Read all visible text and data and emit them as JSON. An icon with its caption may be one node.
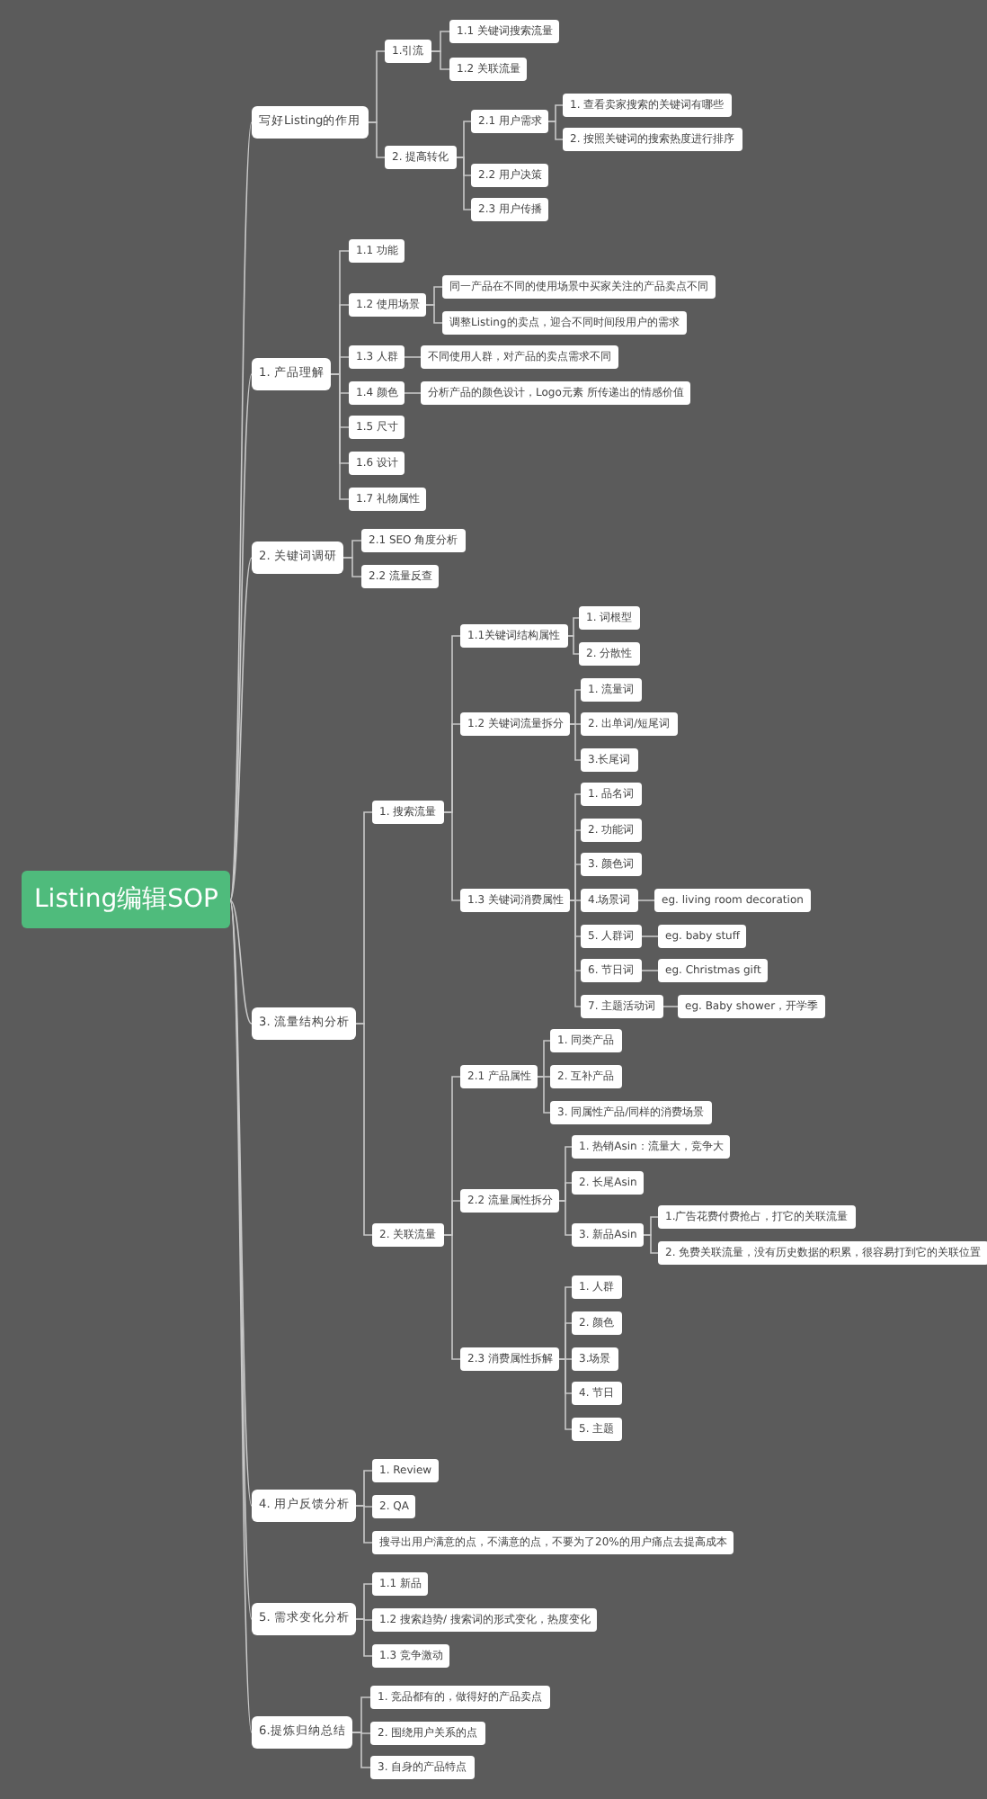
{
  "diagram": {
    "nodes": [
      {
        "text": [
          "Listing编辑SOP"
        ]
      },
      {
        "text": [
          "写好Listing的作用"
        ]
      },
      {
        "text": [
          "1.引流"
        ]
      },
      {
        "text": [
          "1.1 关键词搜索流量"
        ]
      },
      {
        "text": [
          "1.2 关联流量"
        ]
      },
      {
        "text": [
          "2. 提高转化"
        ]
      },
      {
        "text": [
          "2.1 用户需求"
        ]
      },
      {
        "text": [
          "1. 查看卖家搜索的关键词有哪些"
        ]
      },
      {
        "text": [
          "2. 按照关键词的搜索热度进行排序"
        ]
      },
      {
        "text": [
          "2.2 用户决策"
        ]
      },
      {
        "text": [
          "2.3 用户传播"
        ]
      },
      {
        "text": [
          "1. 产品理解"
        ]
      },
      {
        "text": [
          "1.1 功能"
        ]
      },
      {
        "text": [
          "1.2 使用场景"
        ]
      },
      {
        "text": [
          "同一产品在不同的使用场景中买家关注的产品卖点不同"
        ]
      },
      {
        "text": [
          "调整Listing的卖点，迎合不同时间段用户的需求"
        ]
      },
      {
        "text": [
          "1.3 人群"
        ]
      },
      {
        "text": [
          "不同使用人群，对产品的卖点需求不同"
        ]
      },
      {
        "text": [
          "1.4 颜色"
        ]
      },
      {
        "text": [
          "分析产品的颜色设计，Logo元素 所传递出的情感价值"
        ]
      },
      {
        "text": [
          "1.5 尺寸"
        ]
      },
      {
        "text": [
          "1.6 设计"
        ]
      },
      {
        "text": [
          "1.7 礼物属性"
        ]
      },
      {
        "text": [
          "2. 关键词调研"
        ]
      },
      {
        "text": [
          "2.1 SEO 角度分析"
        ]
      },
      {
        "text": [
          "2.2 流量反查"
        ]
      },
      {
        "text": [
          "3. 流量结构分析"
        ]
      },
      {
        "text": [
          "1. 搜索流量"
        ]
      },
      {
        "text": [
          "1.1关键词结构属性"
        ]
      },
      {
        "text": [
          "1. 词根型"
        ]
      },
      {
        "text": [
          "2. 分散性"
        ]
      },
      {
        "text": [
          "1.2 关键词流量拆分"
        ]
      },
      {
        "text": [
          "1. 流量词"
        ]
      },
      {
        "text": [
          "2. 出单词/短尾词"
        ]
      },
      {
        "text": [
          "3.长尾词"
        ]
      },
      {
        "text": [
          "1.3 关键词消费属性"
        ]
      },
      {
        "text": [
          "1. 品名词"
        ]
      },
      {
        "text": [
          "2. 功能词"
        ]
      },
      {
        "text": [
          "3. 颜色词"
        ]
      },
      {
        "text": [
          "4.场景词"
        ]
      },
      {
        "text": [
          "eg. living room decoration"
        ]
      },
      {
        "text": [
          "5. 人群词"
        ]
      },
      {
        "text": [
          "eg. baby stuff"
        ]
      },
      {
        "text": [
          "6. 节日词"
        ]
      },
      {
        "text": [
          "eg. Christmas gift"
        ]
      },
      {
        "text": [
          "7. 主题活动词"
        ]
      },
      {
        "text": [
          "eg. Baby shower，开学季"
        ]
      },
      {
        "text": [
          "2. 关联流量"
        ]
      },
      {
        "text": [
          "2.1 产品属性"
        ]
      },
      {
        "text": [
          "1. 同类产品"
        ]
      },
      {
        "text": [
          "2. 互补产品"
        ]
      },
      {
        "text": [
          "3. 同属性产品/同样的消费场景"
        ]
      },
      {
        "text": [
          "2.2 流量属性拆分"
        ]
      },
      {
        "text": [
          "1. 热销Asin：流量大，竞争大"
        ]
      },
      {
        "text": [
          "2. 长尾Asin"
        ]
      },
      {
        "text": [
          "3. 新品Asin"
        ]
      },
      {
        "text": [
          "1.广告花费付费抢占，打它的关联流量"
        ]
      },
      {
        "text": [
          "2. 免费关联流量，没有历史数据的积累，很容易打到它的关联位置"
        ]
      },
      {
        "text": [
          "2.3 消费属性拆解"
        ]
      },
      {
        "text": [
          "1. 人群"
        ]
      },
      {
        "text": [
          "2. 颜色"
        ]
      },
      {
        "text": [
          "3.场景"
        ]
      },
      {
        "text": [
          "4. 节日"
        ]
      },
      {
        "text": [
          "5. 主题"
        ]
      },
      {
        "text": [
          "4. 用户反馈分析"
        ]
      },
      {
        "text": [
          "1. Review"
        ]
      },
      {
        "text": [
          "2. QA"
        ]
      },
      {
        "text": [
          "搜寻出用户满意的点，不满意的点，不要为了20%的用户痛点去提高成本"
        ]
      },
      {
        "text": [
          "5. 需求变化分析"
        ]
      },
      {
        "text": [
          "1.1 新品"
        ]
      },
      {
        "text": [
          "1.2 搜索趋势/ 搜索词的形式变化，热度变化"
        ]
      },
      {
        "text": [
          "1.3 竞争激动"
        ]
      },
      {
        "text": [
          "6.提炼归纳总结"
        ]
      },
      {
        "text": [
          "1. 竞品都有的，做得好的产品卖点"
        ]
      },
      {
        "text": [
          "2. 围绕用户关系的点"
        ]
      },
      {
        "text": [
          "3. 自身的产品特点"
        ]
      }
    ],
    "edges": [
      {
        "from": 0,
        "to": 1,
        "arrow": "none"
      },
      {
        "from": 1,
        "to": 2,
        "arrow": "none"
      },
      {
        "from": 2,
        "to": 3,
        "arrow": "none"
      },
      {
        "from": 2,
        "to": 4,
        "arrow": "none"
      },
      {
        "from": 1,
        "to": 5,
        "arrow": "none"
      },
      {
        "from": 5,
        "to": 6,
        "arrow": "none"
      },
      {
        "from": 6,
        "to": 7,
        "arrow": "none"
      },
      {
        "from": 6,
        "to": 8,
        "arrow": "none"
      },
      {
        "from": 5,
        "to": 9,
        "arrow": "none"
      },
      {
        "from": 5,
        "to": 10,
        "arrow": "none"
      },
      {
        "from": 0,
        "to": 11,
        "arrow": "none"
      },
      {
        "from": 11,
        "to": 12,
        "arrow": "none"
      },
      {
        "from": 11,
        "to": 13,
        "arrow": "none"
      },
      {
        "from": 13,
        "to": 14,
        "arrow": "none"
      },
      {
        "from": 13,
        "to": 15,
        "arrow": "none"
      },
      {
        "from": 11,
        "to": 16,
        "arrow": "none"
      },
      {
        "from": 16,
        "to": 17,
        "arrow": "none"
      },
      {
        "from": 11,
        "to": 18,
        "arrow": "none"
      },
      {
        "from": 18,
        "to": 19,
        "arrow": "none"
      },
      {
        "from": 11,
        "to": 20,
        "arrow": "none"
      },
      {
        "from": 11,
        "to": 21,
        "arrow": "none"
      },
      {
        "from": 11,
        "to": 22,
        "arrow": "none"
      },
      {
        "from": 0,
        "to": 23,
        "arrow": "none"
      },
      {
        "from": 23,
        "to": 24,
        "arrow": "none"
      },
      {
        "from": 23,
        "to": 25,
        "arrow": "none"
      },
      {
        "from": 0,
        "to": 26,
        "arrow": "none"
      },
      {
        "from": 26,
        "to": 27,
        "arrow": "none"
      },
      {
        "from": 27,
        "to": 28,
        "arrow": "none"
      },
      {
        "from": 28,
        "to": 29,
        "arrow": "none"
      },
      {
        "from": 28,
        "to": 30,
        "arrow": "none"
      },
      {
        "from": 27,
        "to": 31,
        "arrow": "none"
      },
      {
        "from": 31,
        "to": 32,
        "arrow": "none"
      },
      {
        "from": 31,
        "to": 33,
        "arrow": "none"
      },
      {
        "from": 31,
        "to": 34,
        "arrow": "none"
      },
      {
        "from": 27,
        "to": 35,
        "arrow": "none"
      },
      {
        "from": 35,
        "to": 36,
        "arrow": "none"
      },
      {
        "from": 35,
        "to": 37,
        "arrow": "none"
      },
      {
        "from": 35,
        "to": 38,
        "arrow": "none"
      },
      {
        "from": 35,
        "to": 39,
        "arrow": "none"
      },
      {
        "from": 39,
        "to": 40,
        "arrow": "none"
      },
      {
        "from": 35,
        "to": 41,
        "arrow": "none"
      },
      {
        "from": 41,
        "to": 42,
        "arrow": "none"
      },
      {
        "from": 35,
        "to": 43,
        "arrow": "none"
      },
      {
        "from": 43,
        "to": 44,
        "arrow": "none"
      },
      {
        "from": 35,
        "to": 45,
        "arrow": "none"
      },
      {
        "from": 45,
        "to": 46,
        "arrow": "none"
      },
      {
        "from": 26,
        "to": 47,
        "arrow": "none"
      },
      {
        "from": 47,
        "to": 48,
        "arrow": "none"
      },
      {
        "from": 48,
        "to": 49,
        "arrow": "none"
      },
      {
        "from": 48,
        "to": 50,
        "arrow": "none"
      },
      {
        "from": 48,
        "to": 51,
        "arrow": "none"
      },
      {
        "from": 47,
        "to": 52,
        "arrow": "none"
      },
      {
        "from": 52,
        "to": 53,
        "arrow": "none"
      },
      {
        "from": 52,
        "to": 54,
        "arrow": "none"
      },
      {
        "from": 52,
        "to": 55,
        "arrow": "none"
      },
      {
        "from": 55,
        "to": 56,
        "arrow": "none"
      },
      {
        "from": 55,
        "to": 57,
        "arrow": "none"
      },
      {
        "from": 47,
        "to": 58,
        "arrow": "none"
      },
      {
        "from": 58,
        "to": 59,
        "arrow": "none"
      },
      {
        "from": 58,
        "to": 60,
        "arrow": "none"
      },
      {
        "from": 58,
        "to": 61,
        "arrow": "none"
      },
      {
        "from": 58,
        "to": 62,
        "arrow": "none"
      },
      {
        "from": 58,
        "to": 63,
        "arrow": "none"
      },
      {
        "from": 0,
        "to": 64,
        "arrow": "none"
      },
      {
        "from": 64,
        "to": 65,
        "arrow": "none"
      },
      {
        "from": 64,
        "to": 66,
        "arrow": "none"
      },
      {
        "from": 64,
        "to": 67,
        "arrow": "none"
      },
      {
        "from": 0,
        "to": 68,
        "arrow": "none"
      },
      {
        "from": 68,
        "to": 69,
        "arrow": "none"
      },
      {
        "from": 68,
        "to": 70,
        "arrow": "none"
      },
      {
        "from": 68,
        "to": 71,
        "arrow": "none"
      },
      {
        "from": 0,
        "to": 72,
        "arrow": "none"
      },
      {
        "from": 72,
        "to": 73,
        "arrow": "none"
      },
      {
        "from": 72,
        "to": 74,
        "arrow": "none"
      },
      {
        "from": 72,
        "to": 75,
        "arrow": "none"
      }
    ]
  }
}
